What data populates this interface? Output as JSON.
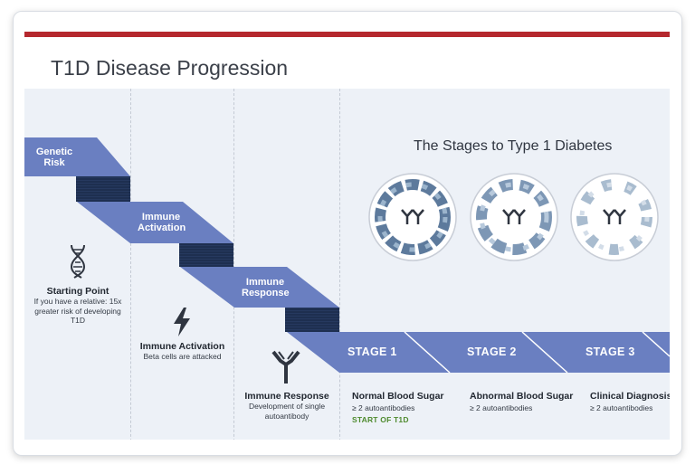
{
  "title": "T1D Disease Progression",
  "colors": {
    "accent_red": "#b5282e",
    "ribbon_blue": "#6a7fc1",
    "ribbon_dark": "#1e2f50",
    "background": "#edf1f7",
    "start_green": "#4e8a2e"
  },
  "steps": [
    {
      "ribbon_label": "Genetic Risk",
      "icon": "dna-icon",
      "title": "Starting Point",
      "description": "If you have a relative: 15x greater risk of developing T1D"
    },
    {
      "ribbon_label": "Immune Activation",
      "icon": "lightning-icon",
      "title": "Immune Activation",
      "description": "Beta cells are attacked"
    },
    {
      "ribbon_label": "Immune Response",
      "icon": "antibody-icon",
      "title": "Immune Response",
      "description": "Development of single autoantibody"
    }
  ],
  "stages_heading": "The Stages to Type 1 Diabetes",
  "stages": [
    {
      "label": "STAGE 1",
      "title": "Normal Blood Sugar",
      "description": "≥ 2 autoantibodies",
      "note": "START OF T1D",
      "icon": "beta-cell-circle-icon"
    },
    {
      "label": "STAGE 2",
      "title": "Abnormal Blood Sugar",
      "description": "≥ 2 autoantibodies",
      "icon": "beta-cell-circle-icon"
    },
    {
      "label": "STAGE 3",
      "title": "Clinical Diagnosis",
      "description": "≥ 2 autoantibodies",
      "icon": "beta-cell-circle-icon"
    }
  ]
}
